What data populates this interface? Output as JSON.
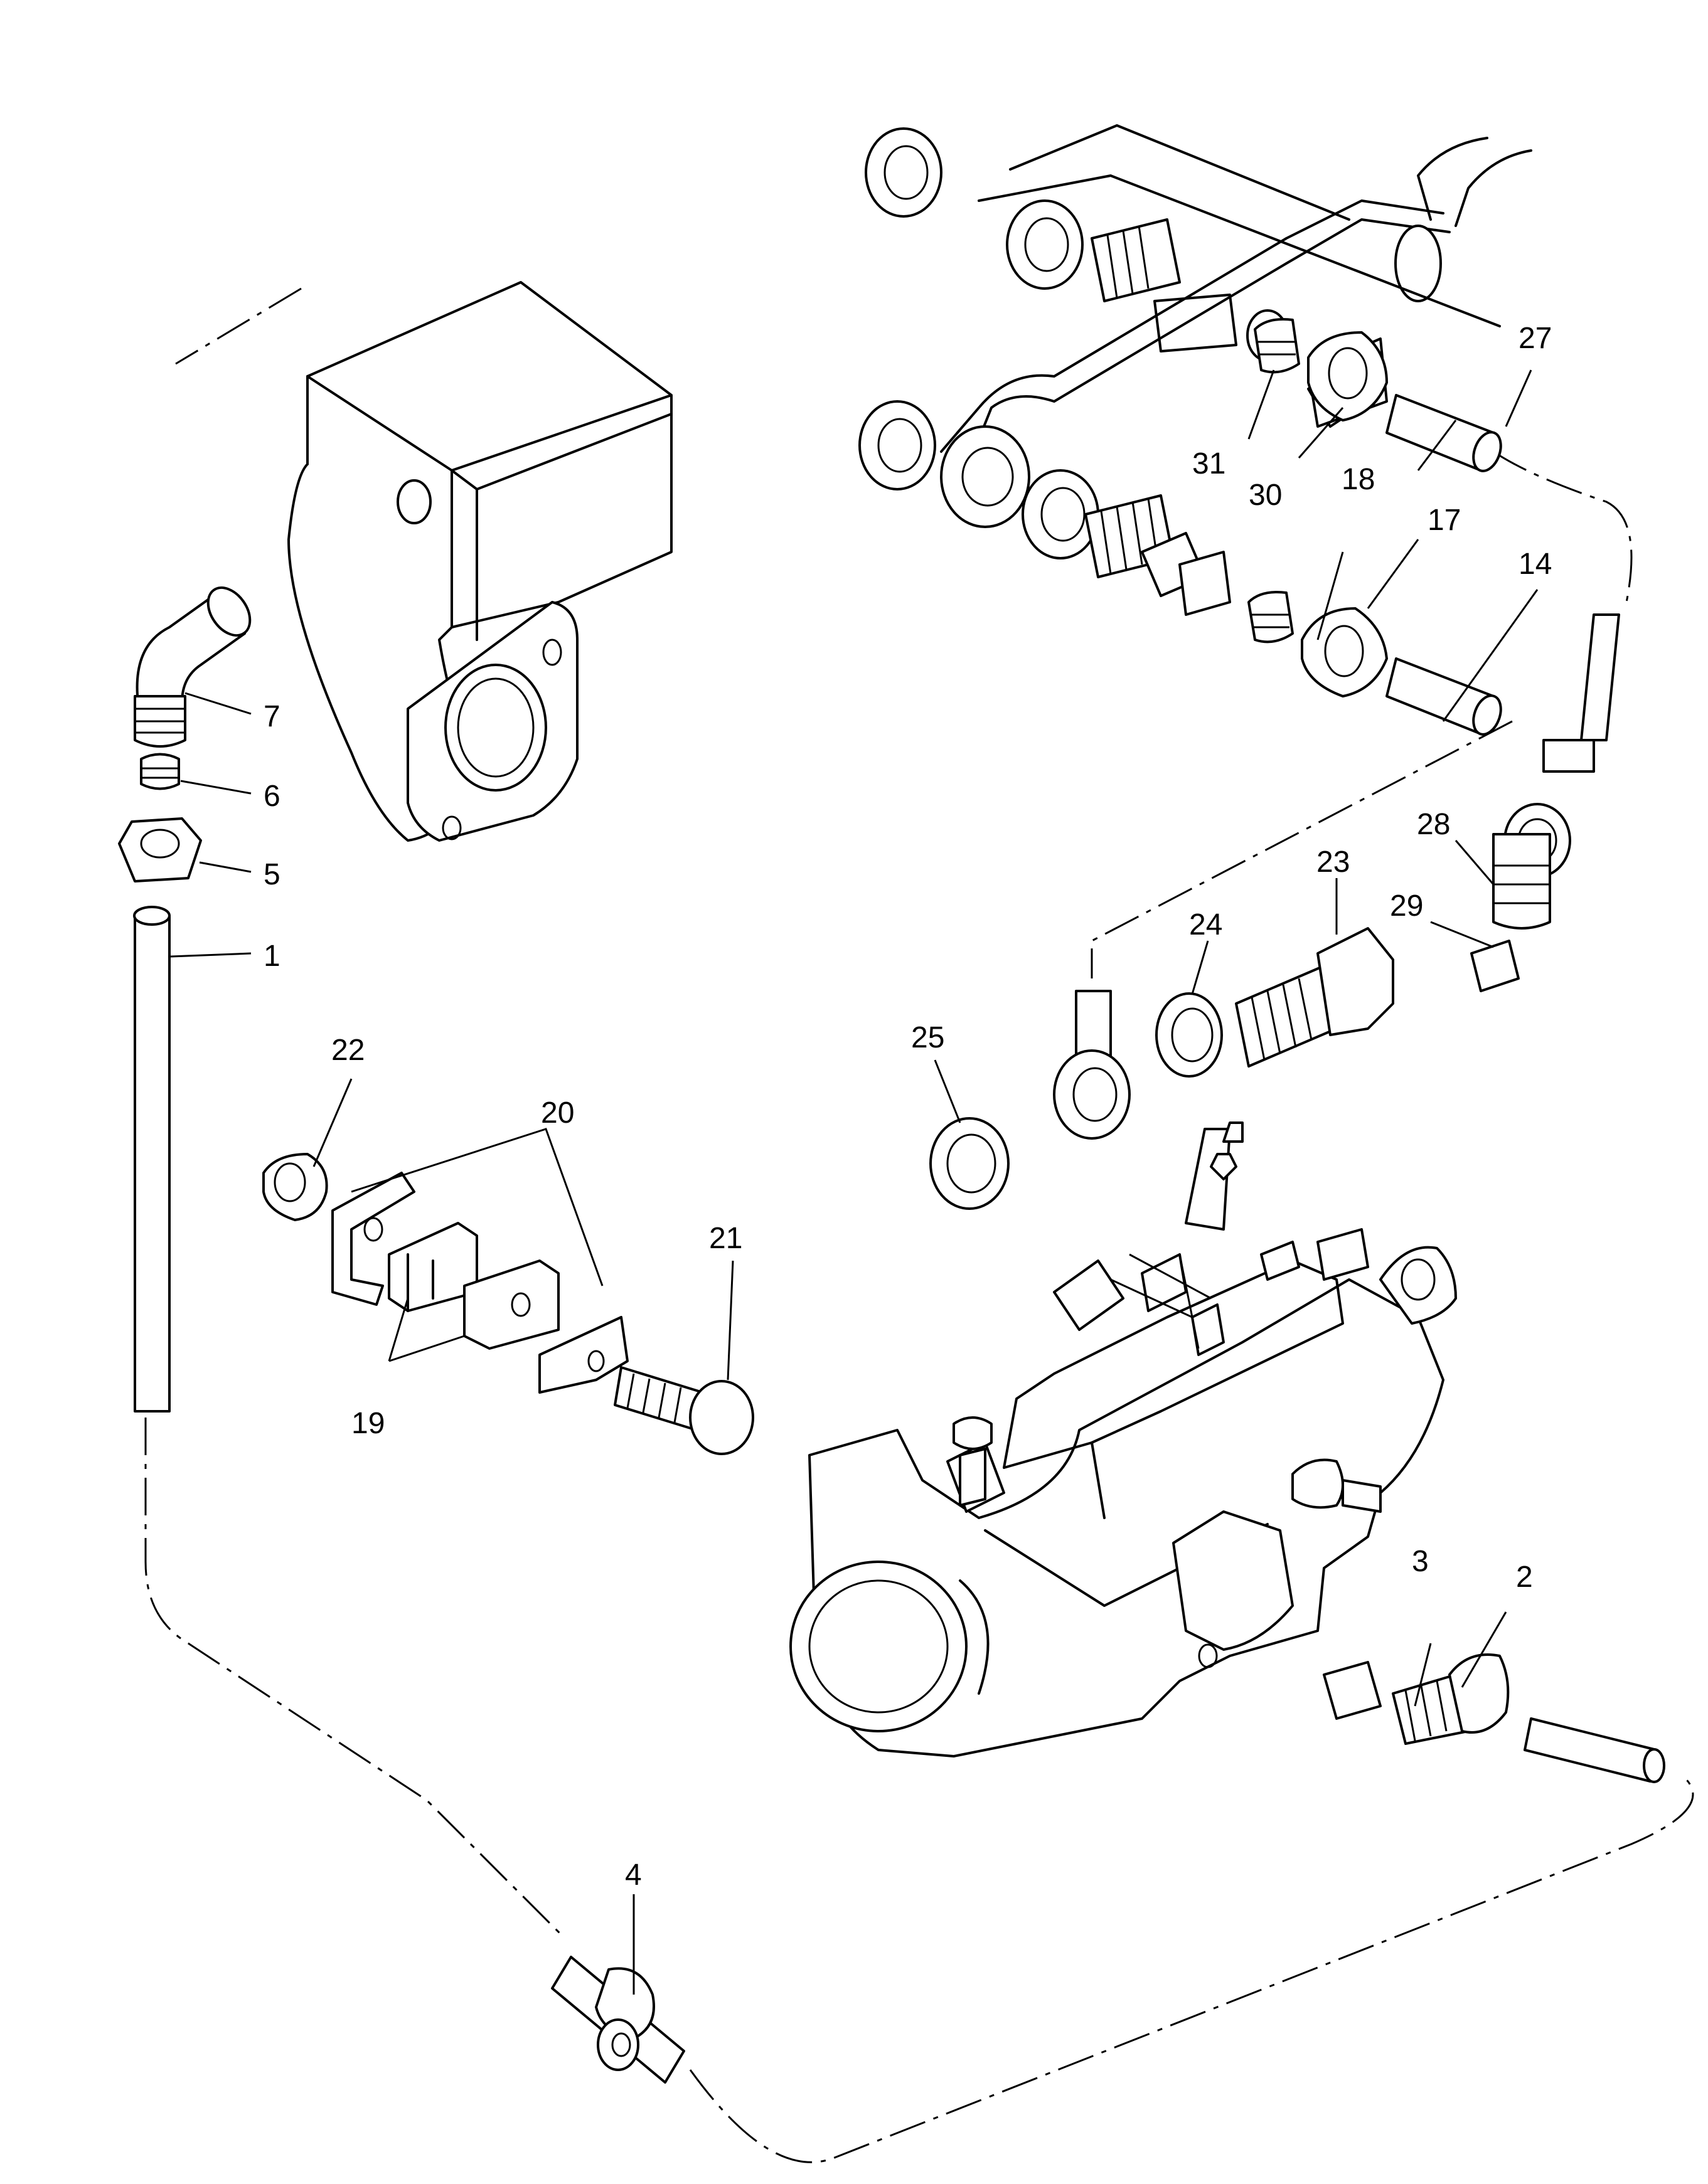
{
  "callouts": {
    "c1": "1",
    "c2": "2",
    "c3": "3",
    "c4": "4",
    "c5": "5",
    "c6": "6",
    "c7": "7",
    "c14": "14",
    "c17": "17",
    "c18": "18",
    "c19": "19",
    "c20": "20",
    "c21": "21",
    "c22": "22",
    "c23": "23",
    "c24": "24",
    "c25": "25",
    "c27": "27",
    "c28": "28",
    "c29": "29",
    "c30": "30",
    "c31": "31"
  }
}
